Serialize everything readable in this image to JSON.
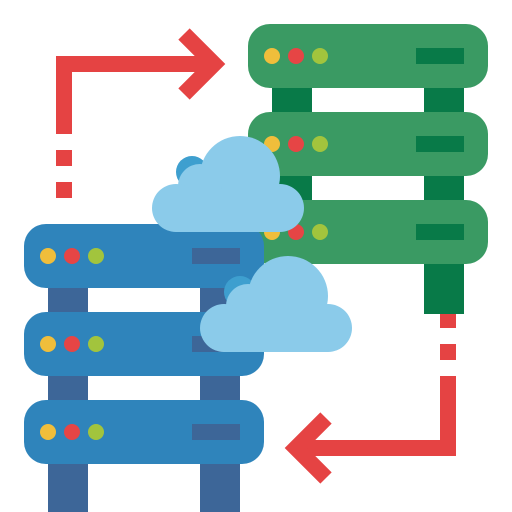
{
  "icon": {
    "name": "server-data-transfer-cloud-icon",
    "servers": [
      {
        "name": "green-server-rack",
        "units": 3,
        "body_color": "#3a9a63",
        "leg_color": "#087a48",
        "slot_color": "#087a48"
      },
      {
        "name": "blue-server-rack",
        "units": 3,
        "body_color": "#2f84bb",
        "leg_color": "#3d6698",
        "slot_color": "#3d6698"
      }
    ],
    "status_lights": [
      "#f0be3b",
      "#e64545",
      "#a2c43d"
    ],
    "clouds": {
      "count": 2,
      "fill": "#8bcbea",
      "accent": "#3e9fcf"
    },
    "arrows": {
      "count": 2,
      "color": "#e54343",
      "directions": [
        "right",
        "left"
      ]
    }
  }
}
